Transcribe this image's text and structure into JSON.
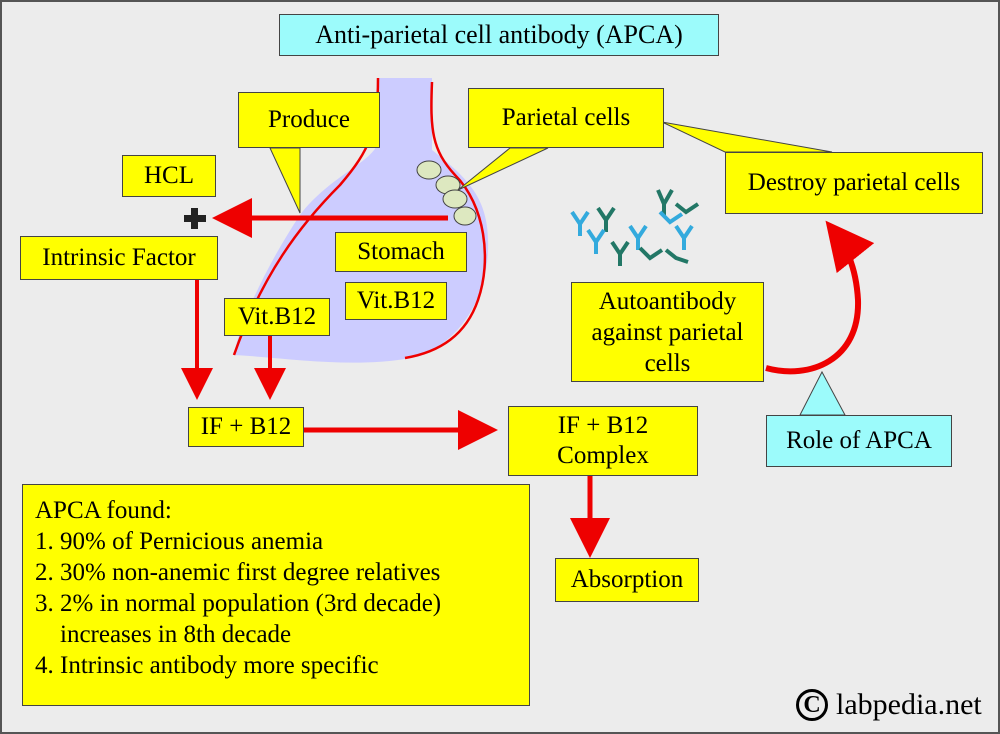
{
  "title": "Anti-parietal cell antibody (APCA)",
  "labels": {
    "produce": "Produce",
    "parietal_cells": "Parietal cells",
    "hcl": "HCL",
    "destroy_parietal_cells": "Destroy parietal cells",
    "intrinsic_factor": "Intrinsic Factor",
    "stomach": "Stomach",
    "vit_b12_outside": "Vit.B12",
    "vit_b12_inside": "Vit.B12",
    "autoantibody": [
      "Autoantibody",
      "against parietal",
      "cells"
    ],
    "if_b12": "IF + B12",
    "complex": [
      "IF + B12",
      "Complex"
    ],
    "role_of_apca": "Role of APCA",
    "absorption": "Absorption"
  },
  "apca_found": {
    "heading": "APCA found:",
    "items": [
      "1. 90% of Pernicious anemia",
      "2. 30% non-anemic first degree relatives",
      "3. 2% in normal population (3rd decade)",
      "increases in 8th decade",
      "4. Intrinsic antibody more specific"
    ]
  },
  "copyright": {
    "symbol": "C",
    "site": "labpedia.net"
  },
  "colors": {
    "arrow": "#ee0000",
    "stomach_fill": "#ccccff",
    "callout_yellow": "#ffff00",
    "callout_cyan": "#9cfbfb",
    "cell_fill": "#dde8c0",
    "antibody_blue": "#33aadd",
    "antibody_teal": "#227766"
  },
  "icons": [
    "plus-icon",
    "antibody-icon",
    "copyright-icon"
  ]
}
